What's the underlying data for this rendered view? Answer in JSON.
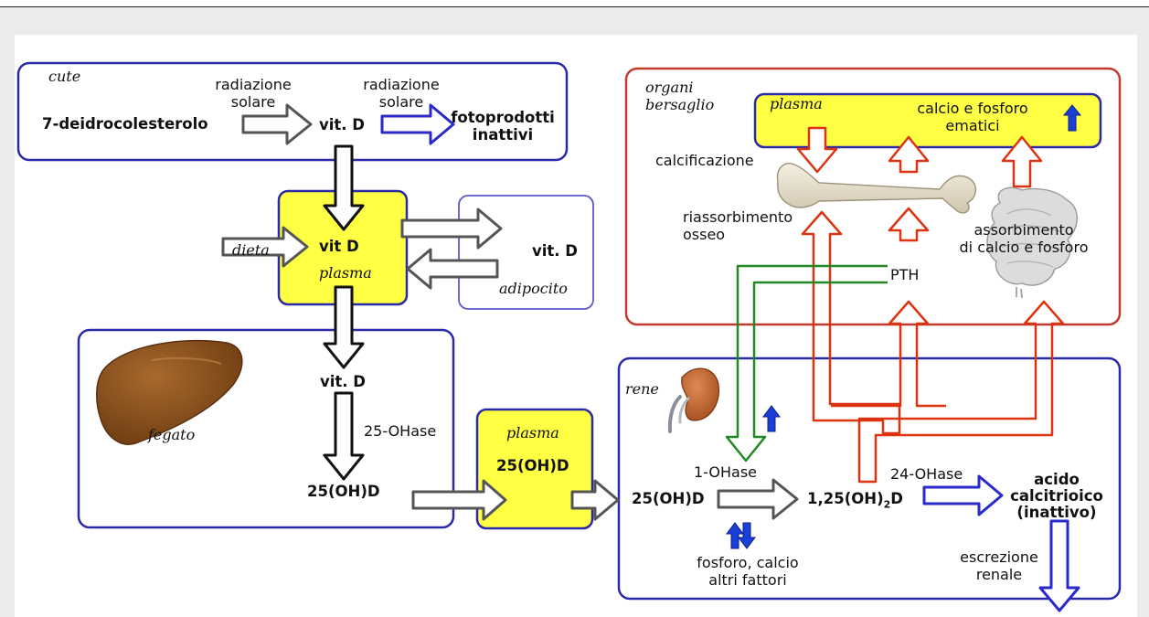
{
  "labels": {
    "cute": "cute",
    "radiazione_solare_1": "radiazione\nsolare",
    "radiazione_solare_2": "radiazione\nsolare",
    "deidrocolesterolo": "7-deidrocolesterolo",
    "vitd_skin": "vit. D",
    "fotoprodotti": "fotoprodotti\ninattivi",
    "dieta": "dieta",
    "vitd_plasma": "vit D",
    "plasma_1": "plasma",
    "vitd_adipocyte": "vit. D",
    "adipocito": "adipocito",
    "vitd_liver": "vit. D",
    "ohase25": "25-OHase",
    "ohd_liver": "25(OH)D",
    "fegato": "fegato",
    "plasma_2": "plasma",
    "ohd_plasma": "25(OH)D",
    "rene": "rene",
    "ohd_kidney": "25(OH)D",
    "ohase1": "1-OHase",
    "calcitriol_pre": "1,25(OH)",
    "calcitriol_sub": "2",
    "calcitriol_post": "D",
    "ohase24": "24-OHase",
    "acido": "acido\ncalcitrioico\n(inattivo)",
    "fosforo_calcio": "fosforo, calcio\naltri fattori",
    "escrezione": "escrezione\nrenale",
    "organi": "organi\nbersaglio",
    "plasma_3": "plasma",
    "calcio_fosforo": "calcio e fosforo\nematici",
    "calcificazione": "calcificazione",
    "riassorbimento": "riassorbimento\nosseo",
    "assorbimento": "assorbimento\ndi calcio e fosforo",
    "pth": "PTH"
  },
  "colors": {
    "blue_border": "#2a2aa8",
    "red_border": "#c0392b",
    "yellow_fill": "#ffff44",
    "arrow_black": "#111111",
    "arrow_gray": "#555555",
    "arrow_blue": "#2a2acc",
    "arrow_red": "#dd3311",
    "arrow_green": "#228822",
    "indicator_blue": "#1a3fd6"
  }
}
